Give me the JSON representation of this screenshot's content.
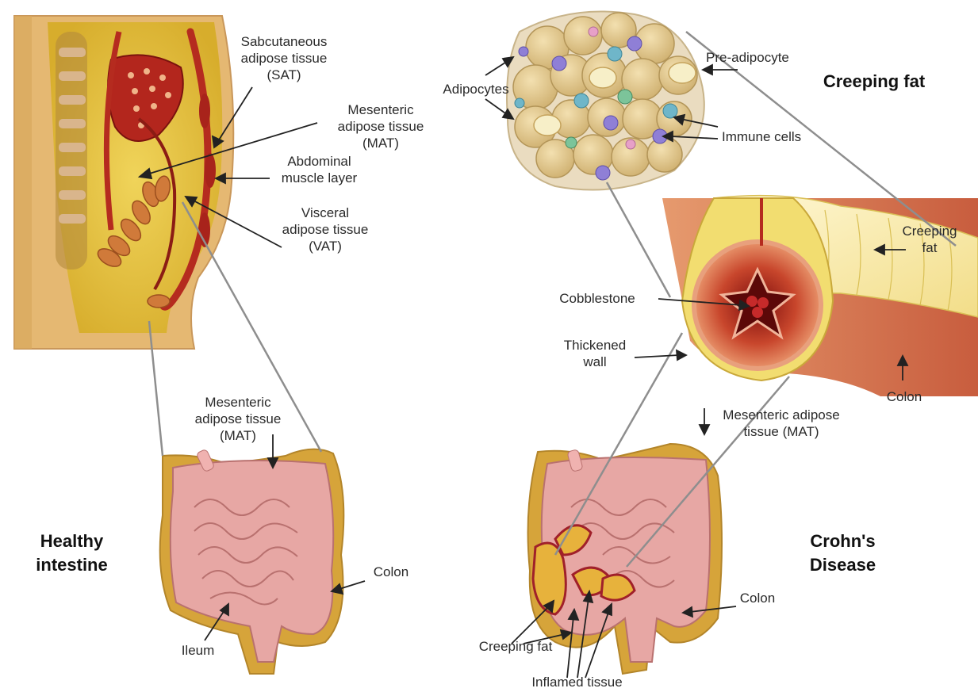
{
  "titles": {
    "healthy": "Healthy\nintestine",
    "crohns": "Crohn's\nDisease",
    "creeping_fat": "Creeping fat"
  },
  "labels": {
    "sat": "Sabcutaneous\nadipose tissue\n(SAT)",
    "mat_top": "Mesenteric\nadipose tissue\n(MAT)",
    "abdominal_muscle": "Abdominal\nmuscle layer",
    "vat": "Visceral\nadipose tissue\n(VAT)",
    "mat_healthy": "Mesenteric\nadipose tissue\n(MAT)",
    "colon_healthy": "Colon",
    "ileum": "Ileum",
    "adipocytes": "Adipocytes",
    "pre_adipocyte": "Pre-adipocyte",
    "immune_cells": "Immune cells",
    "creeping_fat_colon": "Creeping\nfat",
    "cobblestone": "Cobblestone",
    "thickened_wall": "Thickened\nwall",
    "colon_crohns_section": "Colon",
    "mat_crohns": "Mesenteric adipose\ntissue (MAT)",
    "colon_crohns": "Colon",
    "creeping_fat_crohns": "Creeping fat",
    "inflamed_tissue": "Inflamed tissue"
  },
  "colors": {
    "fat_yellow": "#e9c84a",
    "fat_dark": "#c99a1e",
    "intestine_pink": "#e7a7a4",
    "intestine_dark": "#b9716f",
    "inflamed": "#a0202a",
    "adipocyte": "#e8cf93",
    "immune_purple": "#8f7fd6",
    "immune_teal": "#6fb6c9",
    "muscle_red": "#b52b1f"
  }
}
